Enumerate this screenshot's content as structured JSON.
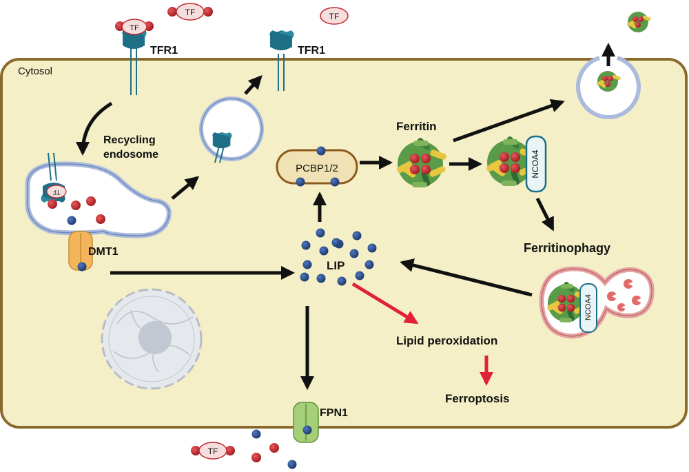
{
  "labels": {
    "cytosol": "Cytosol",
    "tfr1": "TFR1",
    "tf": "TF",
    "recycling_line1": "Recycling",
    "recycling_line2": "endosome",
    "dmt1": "DMT1",
    "lip": "LIP",
    "pcbp": "PCBP1/2",
    "ferritin": "Ferritin",
    "ncoa4": "NCOA4",
    "ferritinophagy": "Ferritinophagy",
    "lipid_peroxidation": "Lipid peroxidation",
    "ferroptosis": "Ferroptosis",
    "fpn1": "FPN1"
  },
  "colors": {
    "cell_fill": "#f4efc6",
    "cell_border": "#8a6a2c",
    "iron_red": "#c0282c",
    "iron_blue": "#2c4f8f",
    "tf_fill": "#f6dede",
    "receptor_teal": "#1d6f86",
    "arrow_black": "#111111",
    "arrow_red": "#e0203a",
    "pcbp_fill": "#f0e2b4",
    "nucleus_gray": "#d9dde3",
    "dmt1_orange": "#f3b55c",
    "fpn1_green": "#a6cf7a"
  }
}
